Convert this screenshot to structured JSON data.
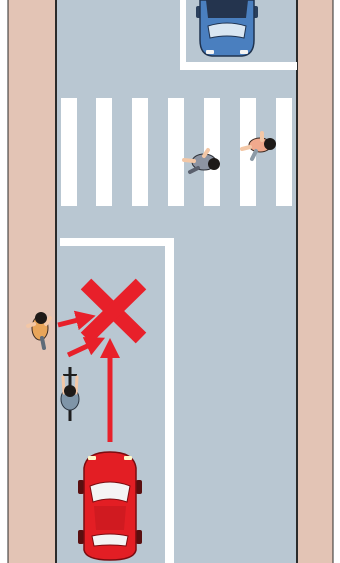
{
  "scene": {
    "colors": {
      "road": "#b9c7d2",
      "sidewalk": "#e3c4b5",
      "curb_line": "#2b2b2b",
      "marking": "#ffffff",
      "warning": "#e8202a",
      "red_car": "#e31e24",
      "blue_car": "#4a7fbf"
    },
    "elements": {
      "crosswalk": {
        "stripe_count": 7
      },
      "red_car": {
        "direction": "up"
      },
      "blue_car": {
        "direction": "down"
      },
      "pedestrian_left": {
        "shirt": "#e8a55a"
      },
      "cyclist": {
        "shirt": "#7f95a8"
      },
      "pedestrian_crossing_a": {
        "shirt": "#8d94a2"
      },
      "pedestrian_crossing_b": {
        "shirt": "#f1a98d"
      },
      "prohibition_mark": {
        "symbol": "cross"
      }
    }
  }
}
